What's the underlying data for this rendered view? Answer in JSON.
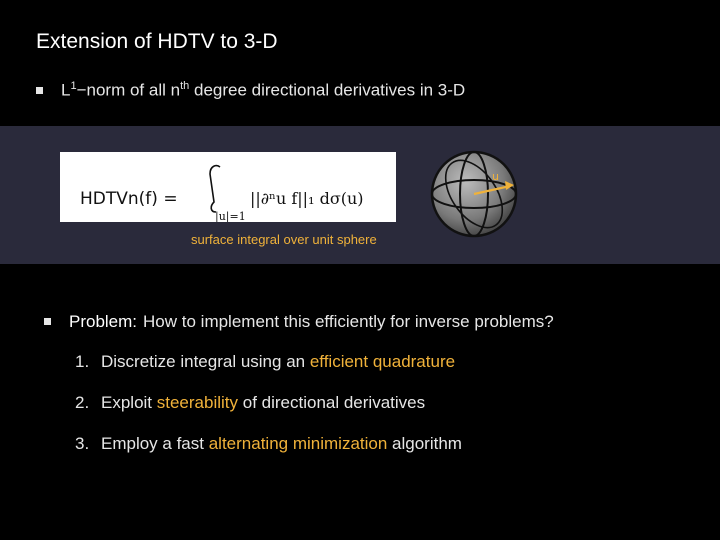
{
  "slide": {
    "title": "Extension of HDTV to 3-D"
  },
  "bullet1": {
    "prefix": "L",
    "sup1": "1",
    "mid": "−norm of all n",
    "sup2": "th",
    "suffix": " degree directional derivatives in 3-D"
  },
  "formula": {
    "lhs": "HDTVn(f) =",
    "integral_bound": "|u|=1",
    "rhs": "||∂ⁿu f||₁ dσ(u)",
    "caption": "surface integral over unit sphere",
    "sphere_label": "u"
  },
  "problem": {
    "label": "Problem:",
    "text": "How to implement this efficiently for inverse problems?"
  },
  "steps": [
    {
      "num": "1.",
      "before": "Discretize integral using an ",
      "highlight": "efficient quadrature",
      "after": ""
    },
    {
      "num": "2.",
      "before": "Exploit ",
      "highlight": "steerability",
      "after": " of directional derivatives"
    },
    {
      "num": "3.",
      "before": "Employ a fast ",
      "highlight": "alternating minimization",
      "after": " algorithm"
    }
  ],
  "colors": {
    "background": "#000000",
    "band": "#2a2a3b",
    "accent": "#f0b23a",
    "text": "#e6e6e6"
  }
}
